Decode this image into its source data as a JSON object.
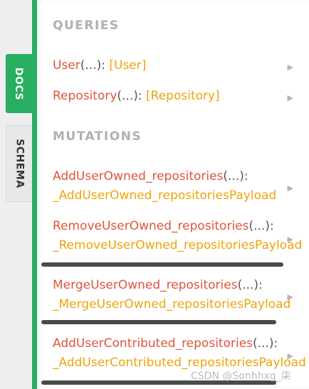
{
  "sidebar": {
    "tabs": [
      {
        "label": "DOCS",
        "active": true
      },
      {
        "label": "SCHEMA",
        "active": false
      }
    ]
  },
  "docs": {
    "queries_title": "QUERIES",
    "queries": [
      {
        "name": "User",
        "args": "(...)",
        "colon": ":",
        "type": "[User]"
      },
      {
        "name": "Repository",
        "args": "(...)",
        "colon": ":",
        "type": "[Repository]"
      }
    ],
    "mutations_title": "MUTATIONS",
    "mutations": [
      {
        "name": "AddUserOwned_repositories",
        "args": "(...)",
        "colon": ":",
        "type": "_AddUserOwned_repositoriesPayload"
      },
      {
        "name": "RemoveUserOwned_repositories",
        "args": "(...)",
        "colon": ":",
        "type": "_RemoveUserOwned_repositoriesPayload"
      },
      {
        "name": "MergeUserOwned_repositories",
        "args": "(...)",
        "colon": ":",
        "type": "_MergeUserOwned_repositoriesPayload"
      },
      {
        "name": "AddUserContributed_repositories",
        "args": "(...)",
        "colon": ":",
        "type": "_AddUserContributed_repositoriesPayload"
      }
    ]
  },
  "watermark": "CSDN @Sonhhxg_柒",
  "colors": {
    "accent_green": "#27ae60",
    "field_name": "#e0533d",
    "type_name": "#f0a30a",
    "section_title": "#b0b0b0"
  },
  "icons": {
    "expand": "triangle-right-icon"
  }
}
